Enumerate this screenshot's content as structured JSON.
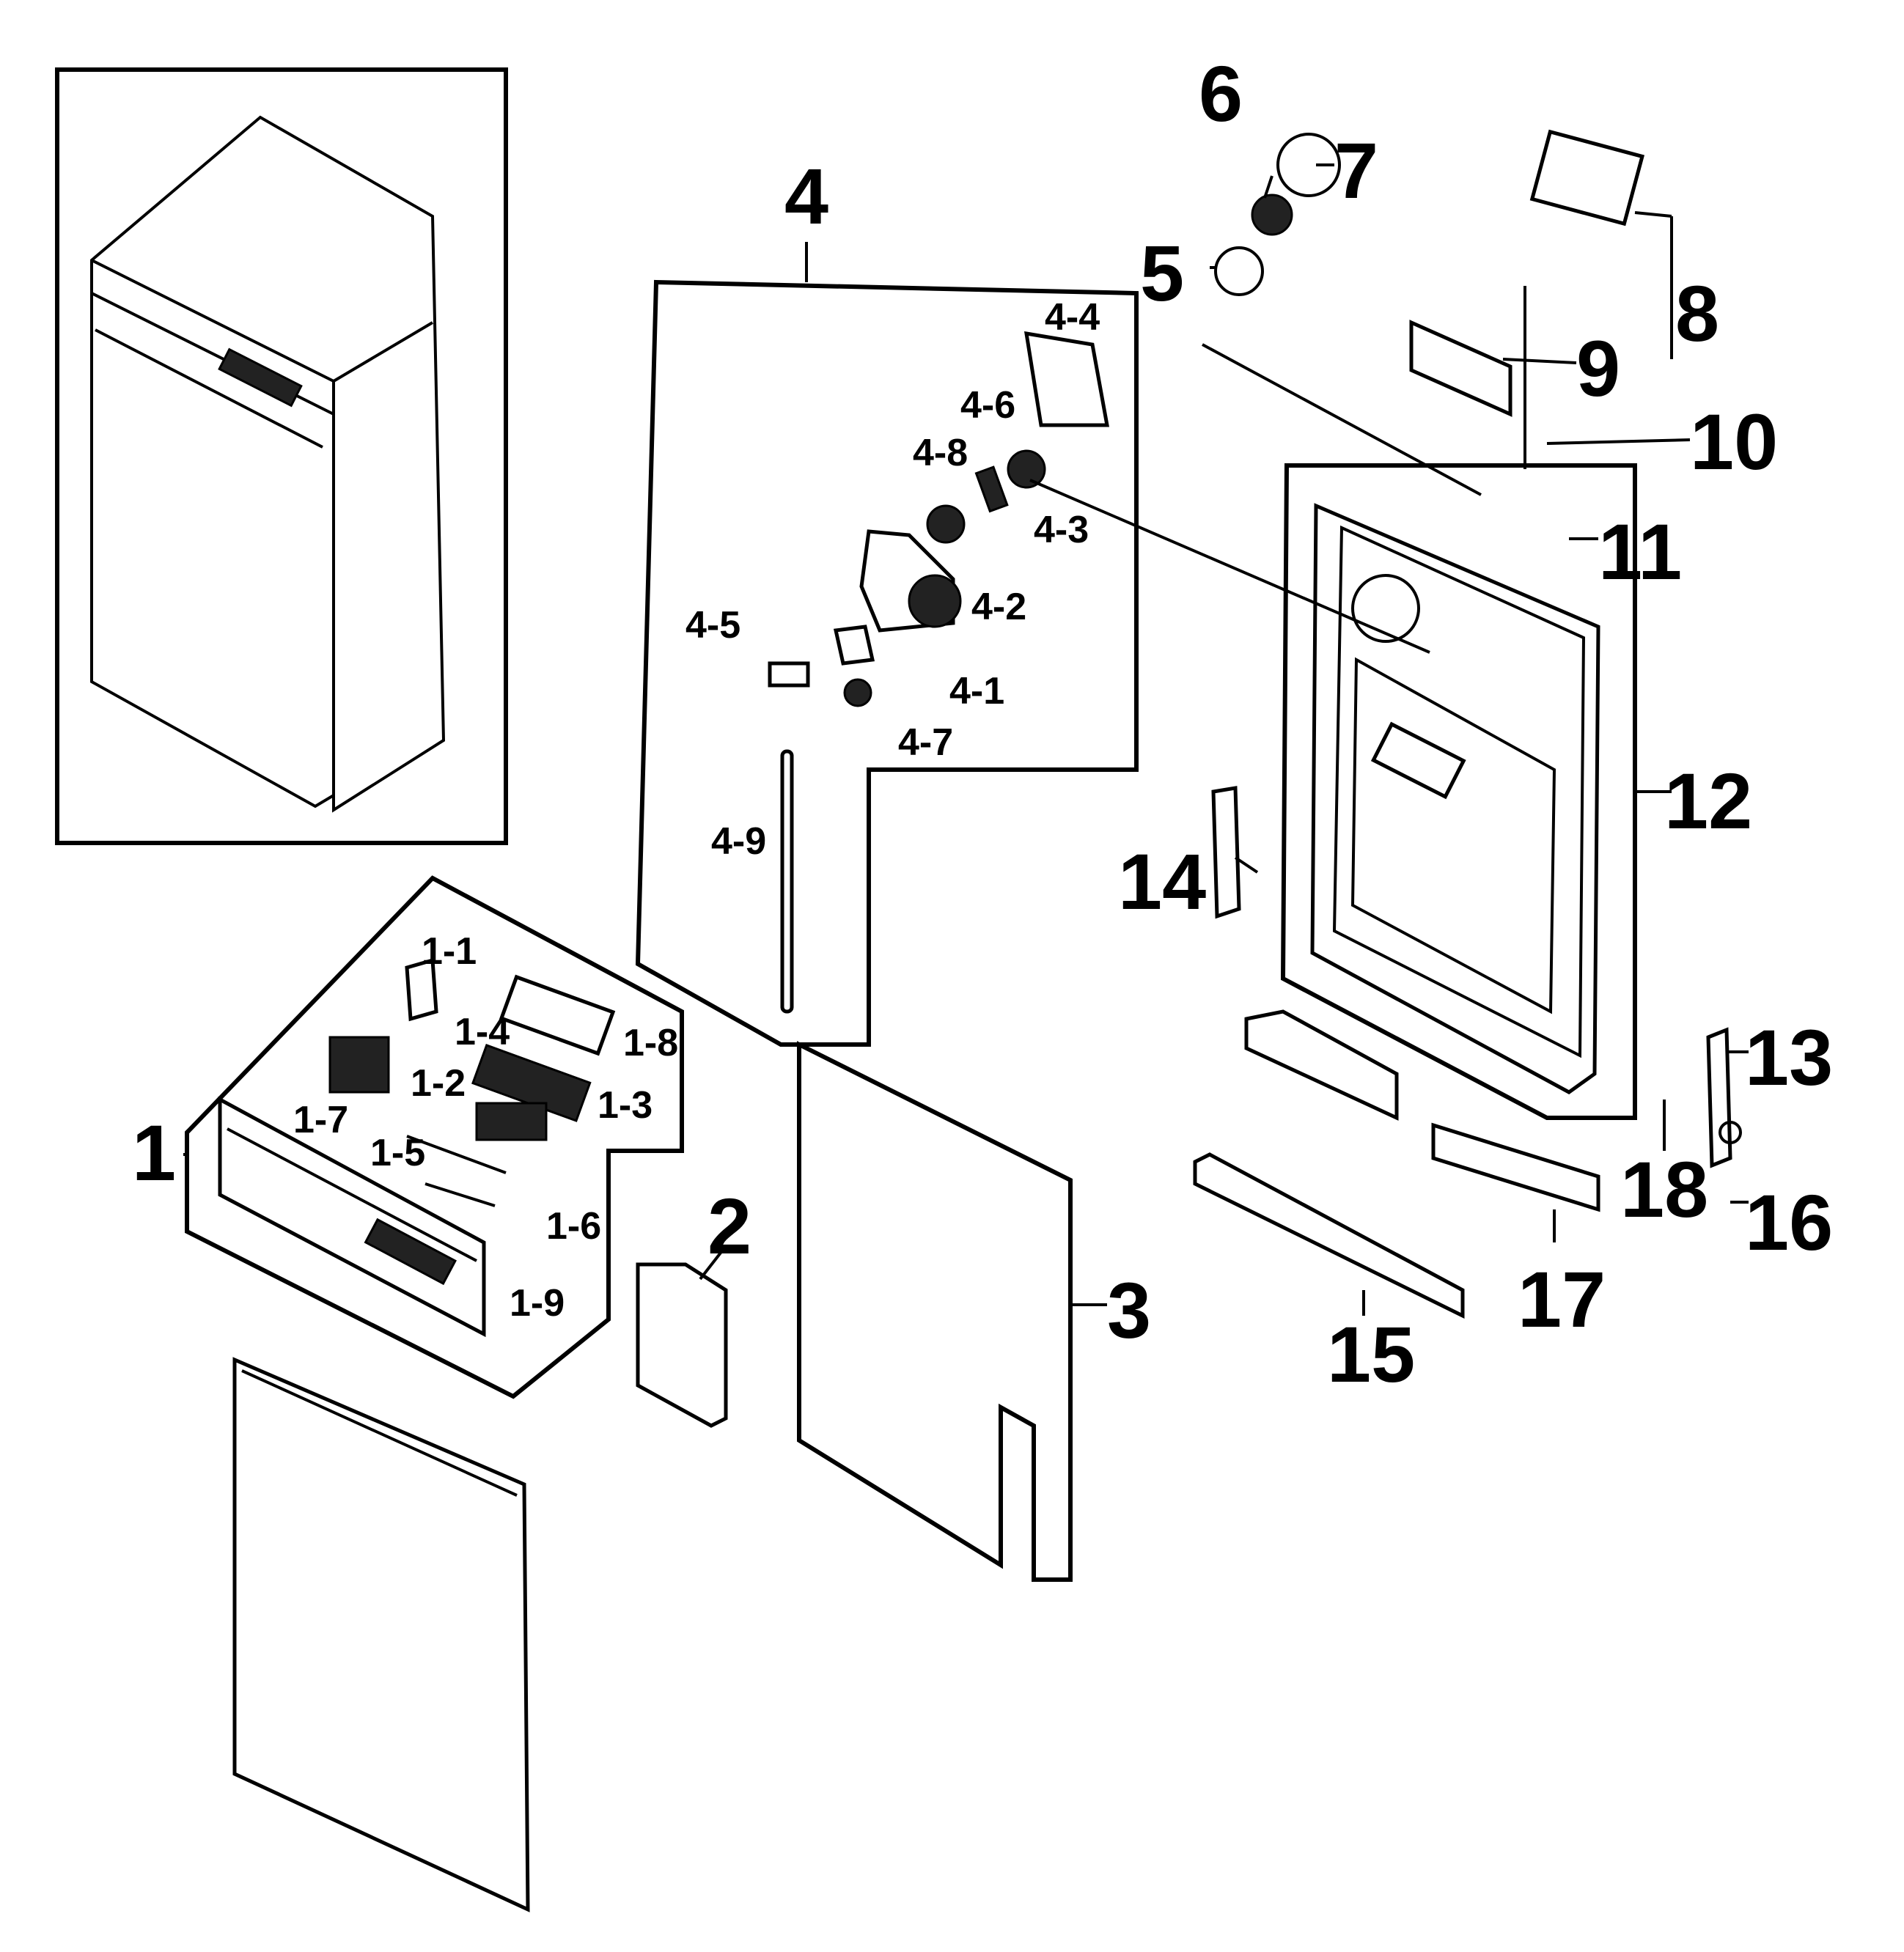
{
  "diagram": {
    "labels": {
      "p1": "1",
      "p1_1": "1-1",
      "p1_2": "1-2",
      "p1_3": "1-3",
      "p1_4": "1-4",
      "p1_5": "1-5",
      "p1_6": "1-6",
      "p1_7": "1-7",
      "p1_8": "1-8",
      "p1_9": "1-9",
      "p2": "2",
      "p3": "3",
      "p4": "4",
      "p4_1": "4-1",
      "p4_2": "4-2",
      "p4_3": "4-3",
      "p4_4": "4-4",
      "p4_5": "4-5",
      "p4_6": "4-6",
      "p4_7": "4-7",
      "p4_8": "4-8",
      "p4_9": "4-9",
      "p5": "5",
      "p6": "6",
      "p7": "7",
      "p8": "8",
      "p9": "9",
      "p10": "10",
      "p11": "11",
      "p12": "12",
      "p13": "13",
      "p14": "14",
      "p15": "15",
      "p16": "16",
      "p17": "17",
      "p18": "18"
    }
  }
}
